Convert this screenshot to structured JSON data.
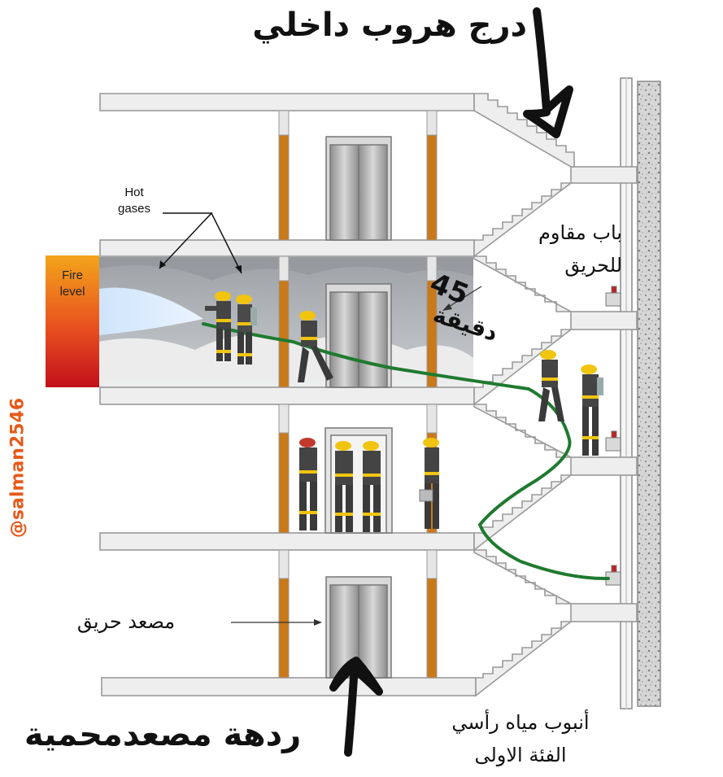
{
  "labels": {
    "internal_escape_stairs": "درج هروب داخلي",
    "fire_resistant_door_line1": "باب مقاوم",
    "fire_resistant_door_line2": "للحريق",
    "rating_minutes": "45",
    "rating_unit": "دقيقة",
    "hot_gases_line1": "Hot",
    "hot_gases_line2": "gases",
    "fire_level_line1": "Fire",
    "fire_level_line2": "level",
    "fire_elevator": "مصعد حريق",
    "protected_elevator_lobby": "ردهة مصعدمحمية",
    "standpipe_line1": "أنبوب مياه رأسي",
    "standpipe_line2": "الفئة الاولى",
    "watermark": "@salman2546"
  },
  "colors": {
    "slab": "#eeeeee",
    "outline": "#9a9a9a",
    "column": "#c9791a",
    "hose": "#1f7a2f",
    "wall_texture": "#bdbdbd",
    "fire_top": "#f3a51b",
    "fire_bottom": "#c2101c",
    "smoke": "#a9adb2",
    "helmet": "#f1c40f",
    "helmet_chief": "#c0392b",
    "watermark": "#e65a1a"
  }
}
